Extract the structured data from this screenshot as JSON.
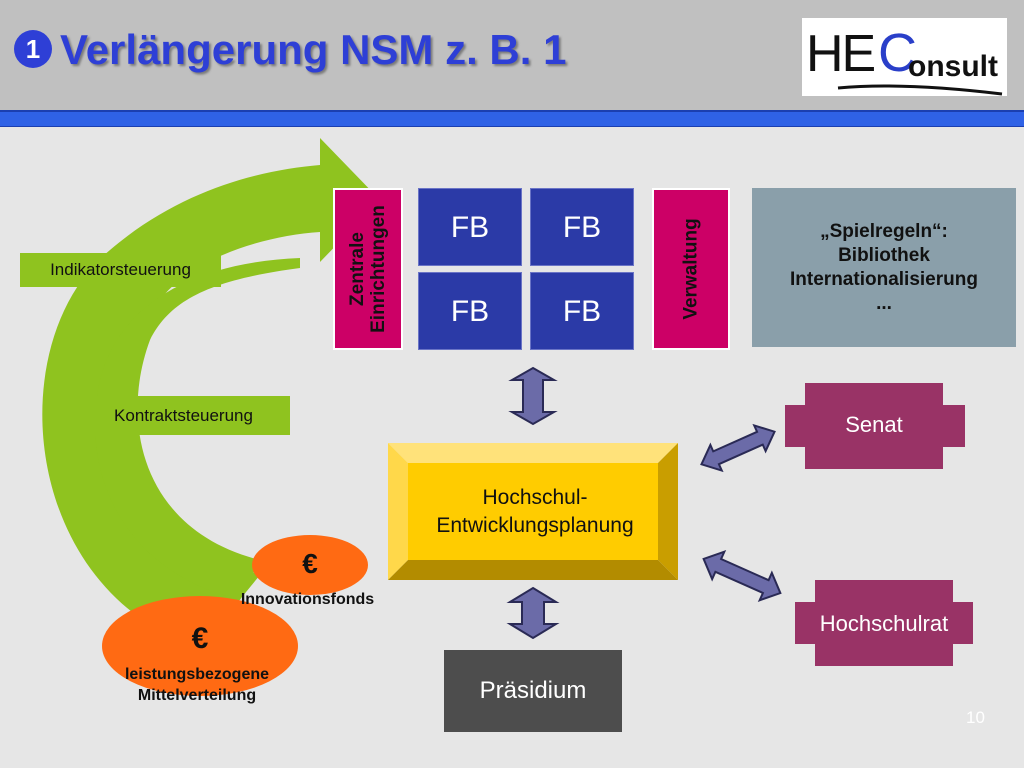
{
  "slide": {
    "title_number": "1",
    "title": "Verlängerung NSM z. B. 1",
    "logo": {
      "he": "HE",
      "c": "C",
      "onsult": "onsult"
    },
    "page_number": "10"
  },
  "steering": {
    "indicator": "Indikatorsteuerung",
    "contract": "Kontraktsteuerung"
  },
  "units": {
    "central": [
      "Zentrale",
      "Einrichtungen"
    ],
    "fb": [
      "FB",
      "FB",
      "FB",
      "FB"
    ],
    "admin": "Verwaltung"
  },
  "rules": {
    "line1": "„Spielregeln“:",
    "line2": "Bibliothek",
    "line3": "Internationalisierung",
    "line4": "..."
  },
  "planning": {
    "line1": "Hochschul-",
    "line2": "Entwicklungsplanung"
  },
  "senate": "Senat",
  "council": "Hochschulrat",
  "presidium": "Präsidium",
  "funds": {
    "innovation_symbol": "€",
    "innovation": "Innovationsfonds",
    "performance_symbol": "€",
    "performance_line1": "leistungsbezogene",
    "performance_line2": "Mittelverteilung"
  },
  "colors": {
    "title_blue": "#2e3fd6",
    "green": "#8fc31f",
    "pink": "#cc0066",
    "fb_blue": "#2b3aa7",
    "gold": "#ffcc00",
    "maroon": "#993366",
    "orange": "#ff6a13",
    "arrow_purple": "#6b6ba8"
  }
}
